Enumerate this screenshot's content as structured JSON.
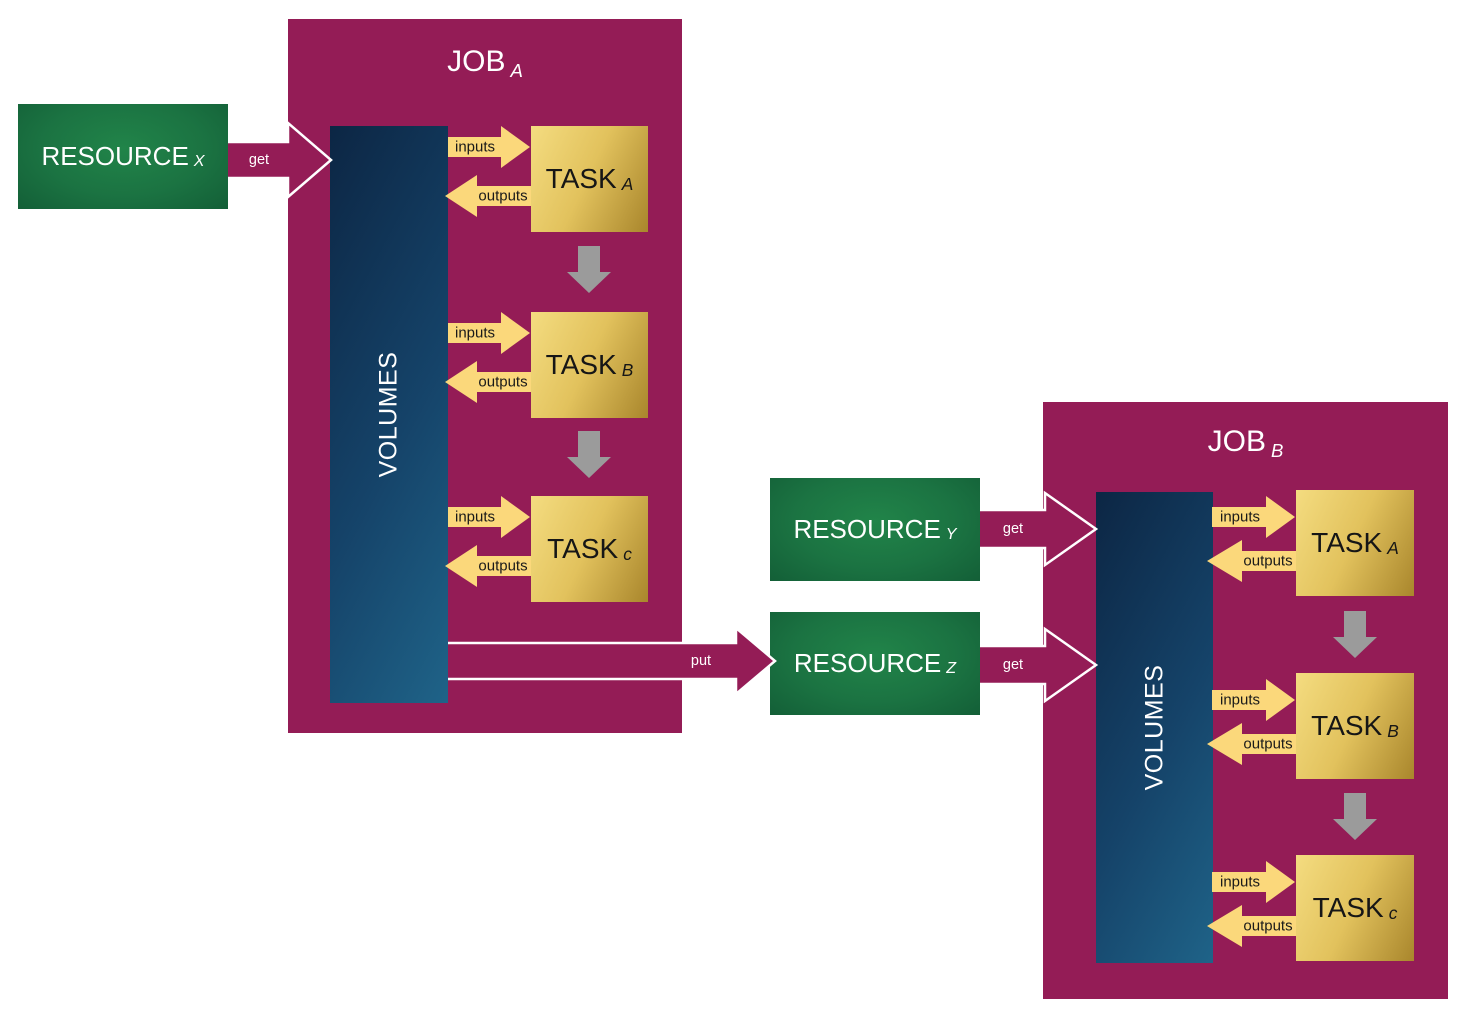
{
  "resources": [
    {
      "name": "RESOURCE",
      "sub": "X",
      "arrow_label": "get"
    },
    {
      "name": "RESOURCE",
      "sub": "Y",
      "arrow_label": "get"
    },
    {
      "name": "RESOURCE",
      "sub": "Z",
      "arrow_label": "get"
    }
  ],
  "put_label": "put",
  "jobs": [
    {
      "title": "JOB",
      "title_sub": "A",
      "volumes_label": "VOLUMES",
      "tasks": [
        {
          "name": "TASK",
          "sub": "A",
          "inputs_label": "inputs",
          "outputs_label": "outputs"
        },
        {
          "name": "TASK",
          "sub": "B",
          "inputs_label": "inputs",
          "outputs_label": "outputs"
        },
        {
          "name": "TASK",
          "sub": "c",
          "inputs_label": "inputs",
          "outputs_label": "outputs"
        }
      ]
    },
    {
      "title": "JOB",
      "title_sub": "B",
      "volumes_label": "VOLUMES",
      "tasks": [
        {
          "name": "TASK",
          "sub": "A",
          "inputs_label": "inputs",
          "outputs_label": "outputs"
        },
        {
          "name": "TASK",
          "sub": "B",
          "inputs_label": "inputs",
          "outputs_label": "outputs"
        },
        {
          "name": "TASK",
          "sub": "c",
          "inputs_label": "inputs",
          "outputs_label": "outputs"
        }
      ]
    }
  ],
  "colors": {
    "job_bg": "#941C56",
    "transfer_arrow": "#941C56",
    "transfer_arrow_outline": "#FFFFFF",
    "resource_green_light": "#218449",
    "resource_green_dark": "#135F37",
    "volumes_blue_dark": "#0C2644",
    "volumes_blue_light": "#1F6388",
    "task_gold_light": "#F4DC80",
    "task_gold_dark": "#A9862C",
    "io_arrow_yellow": "#FBD87B",
    "flow_arrow_gray": "#9B9B9B",
    "task_text": "#1A1A1A",
    "light_text": "#FFFFFF"
  }
}
